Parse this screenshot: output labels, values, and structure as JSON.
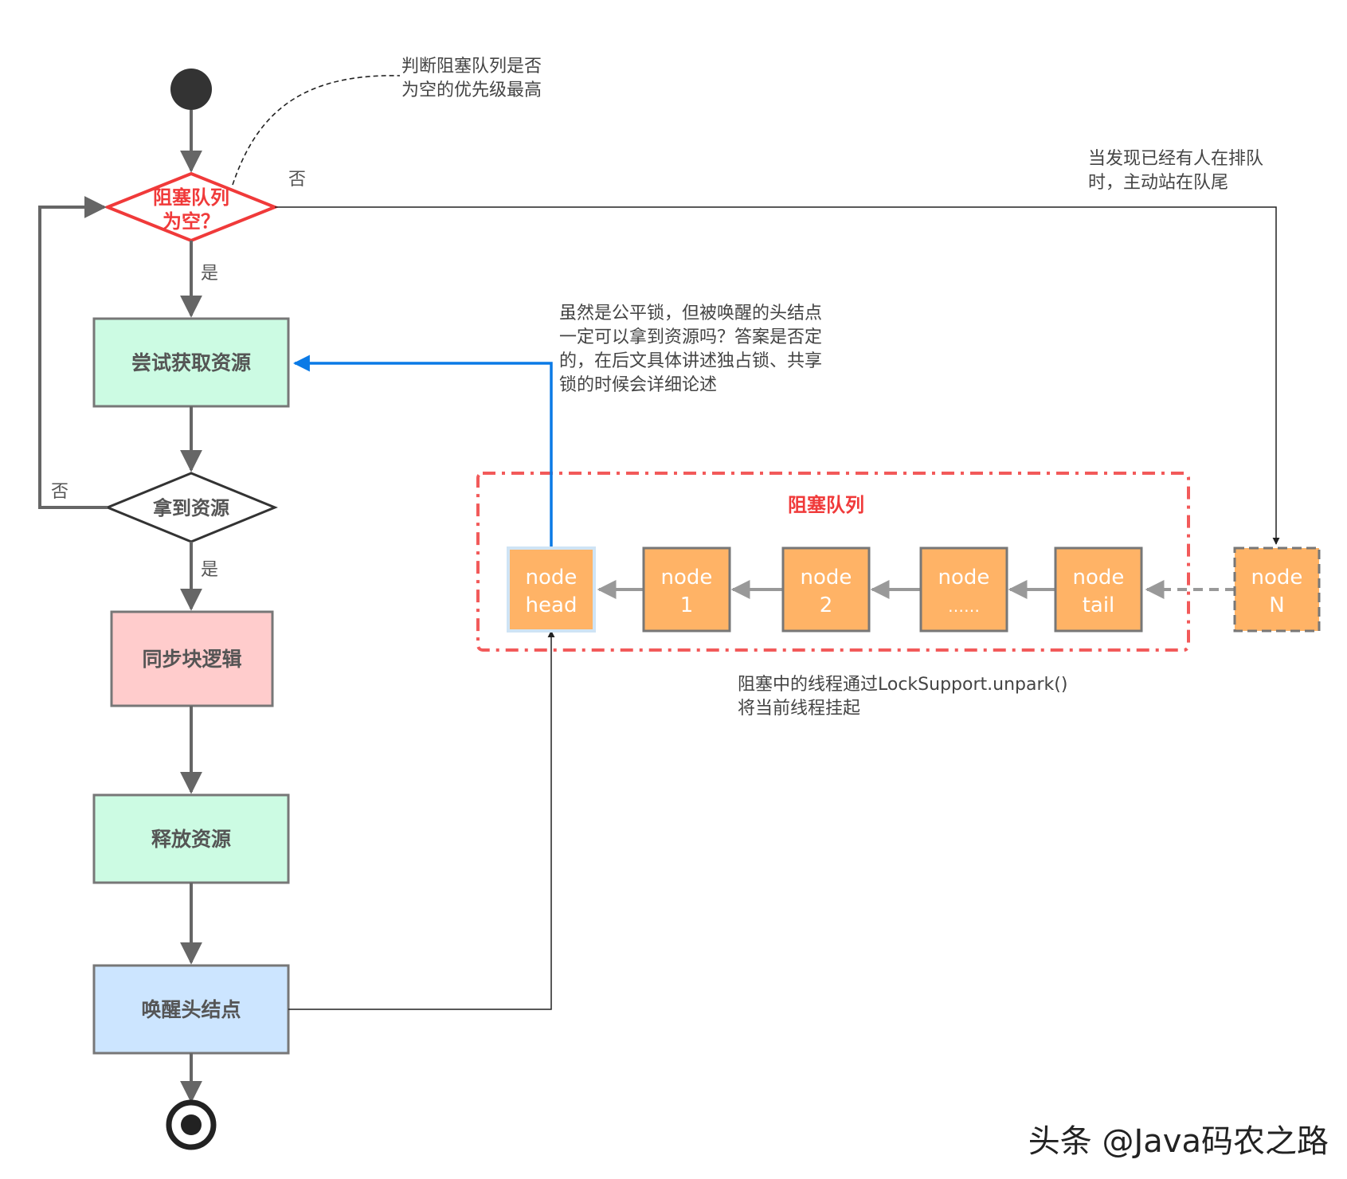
{
  "flow": {
    "decision_empty": {
      "line1": "阻塞队列",
      "line2": "为空？"
    },
    "try_acquire": "尝试获取资源",
    "got_resource": "拿到资源",
    "sync_logic": "同步块逻辑",
    "release": "释放资源",
    "wake_head": "唤醒头结点",
    "label_no_top": "否",
    "label_yes_top": "是",
    "label_no_loop": "否",
    "label_yes_bottom": "是"
  },
  "notes": {
    "priority": {
      "line1": "判断阻塞队列是否",
      "line2": "为空的优先级最高"
    },
    "join_tail": {
      "line1": "当发现已经有人在排队",
      "line2": "时，主动站在队尾"
    },
    "fair": {
      "line1": "虽然是公平锁，但被唤醒的头结点",
      "line2": "一定可以拿到资源吗？答案是否定",
      "line3": "的，在后文具体讲述独占锁、共享",
      "line4": "锁的时候会详细论述"
    },
    "park": {
      "line1": "阻塞中的线程通过LockSupport.unpark()",
      "line2": "将当前线程挂起"
    }
  },
  "queue": {
    "title": "阻塞队列",
    "nodes": [
      {
        "line1": "node",
        "line2": "head"
      },
      {
        "line1": "node",
        "line2": "1"
      },
      {
        "line1": "node",
        "line2": "2"
      },
      {
        "line1": "node",
        "line2": "……"
      },
      {
        "line1": "node",
        "line2": "tail"
      }
    ],
    "extra_node": {
      "line1": "node",
      "line2": "N"
    }
  },
  "watermark": "头条 @Java码农之路",
  "colors": {
    "decision_red": "#f03a3a",
    "green_fill": "#ccfbe3",
    "pink_fill": "#ffcccc",
    "blue_fill": "#cce5ff",
    "node_orange": "#ffb366",
    "wake_arrow": "#0a7ae6",
    "queue_border": "#f25a5a"
  }
}
